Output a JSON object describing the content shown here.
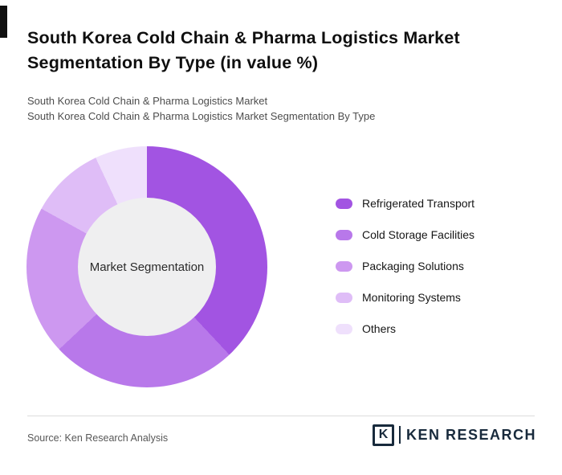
{
  "page": {
    "title": "South Korea Cold Chain & Pharma Logistics Market Segmentation By Type (in value %)",
    "subtitle_line1": "South Korea Cold Chain & Pharma Logistics Market",
    "subtitle_line2": "South Korea Cold Chain & Pharma Logistics Market Segmentation By Type",
    "source": "Source: Ken Research Analysis",
    "logo": {
      "letter": "K",
      "text": "KEN RESEARCH",
      "color": "#182a3c"
    }
  },
  "chart_data": {
    "type": "pie",
    "donut": true,
    "title": "South Korea Cold Chain & Pharma Logistics Market Segmentation By Type (in value %)",
    "center_label": "Market Segmentation",
    "legend_position": "right",
    "categories": [
      "Refrigerated Transport",
      "Cold Storage Facilities",
      "Packaging Solutions",
      "Monitoring Systems",
      "Others"
    ],
    "values": [
      38,
      25,
      20,
      10,
      7
    ],
    "colors": [
      "#a254e2",
      "#b878ea",
      "#cd98f0",
      "#dfbdf7",
      "#efe0fc"
    ],
    "hole_color": "#efeff0"
  }
}
